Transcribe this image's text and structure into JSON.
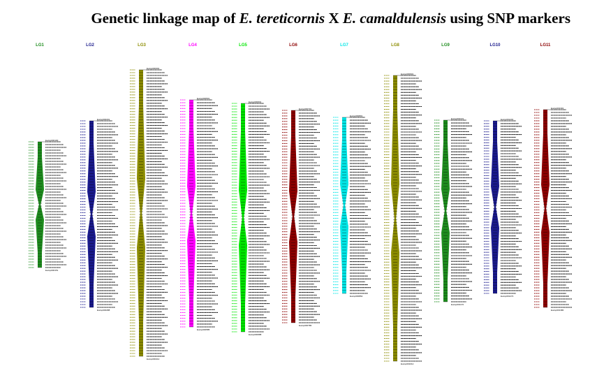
{
  "title": {
    "prefix": "Genetic linkage map of ",
    "species1": "E. tereticornis",
    "middle": " X ",
    "species2": "E. camaldulensis",
    "suffix": " using SNP markers"
  },
  "linkage_groups": [
    {
      "label": "LG1",
      "color": "#1e8c1e",
      "top_marker": "Eucsp000100",
      "bottom_marker": "Eucsp000151",
      "marker_count": 46
    },
    {
      "label": "LG2",
      "color": "#1a1a8c",
      "top_marker": "Eucsp000201",
      "bottom_marker": "Eucsp000288",
      "marker_count": 68
    },
    {
      "label": "LG3",
      "color": "#8c8c00",
      "top_marker": "Eucsp000301",
      "bottom_marker": "Eucsp000412",
      "marker_count": 104
    },
    {
      "label": "LG4",
      "color": "#ff00ff",
      "top_marker": "Eucsp000501",
      "bottom_marker": "Eucsp000585",
      "marker_count": 80
    },
    {
      "label": "LG5",
      "color": "#00e600",
      "top_marker": "Eucsp000601",
      "bottom_marker": "Eucsp000688",
      "marker_count": 82
    },
    {
      "label": "LG6",
      "color": "#8c0000",
      "top_marker": "Eucsp000701",
      "bottom_marker": "Eucsp000780",
      "marker_count": 78
    },
    {
      "label": "LG7",
      "color": "#00e6e6",
      "top_marker": "Eucsp000801",
      "bottom_marker": "Eucsp000862",
      "marker_count": 62
    },
    {
      "label": "LG8",
      "color": "#8c8c00",
      "top_marker": "Eucsp000901",
      "bottom_marker": "Eucsp001012",
      "marker_count": 102
    },
    {
      "label": "LG9",
      "color": "#1e8c1e",
      "top_marker": "Eucsp001101",
      "bottom_marker": "Eucsp001170",
      "marker_count": 64
    },
    {
      "label": "LG10",
      "color": "#1a1a8c",
      "top_marker": "Eucsp001201",
      "bottom_marker": "Eucsp001272",
      "marker_count": 64
    },
    {
      "label": "LG11",
      "color": "#8c0000",
      "top_marker": "Eucsp001301",
      "bottom_marker": "Eucsp001380",
      "marker_count": 72
    }
  ]
}
